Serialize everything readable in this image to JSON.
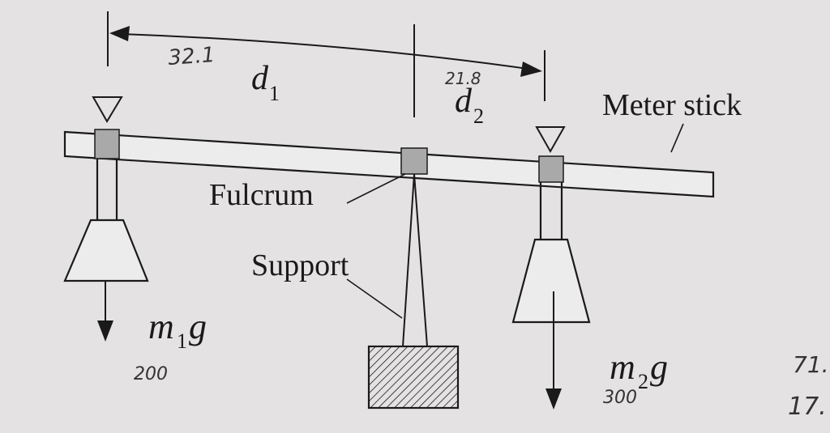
{
  "labels": {
    "meter_stick": "Meter stick",
    "fulcrum": "Fulcrum",
    "support": "Support",
    "d1_letter": "d",
    "d1_sub": "1",
    "d2_letter": "d",
    "d2_sub": "2",
    "m1g_m": "m",
    "m1g_sub": "1",
    "m1g_g": "g",
    "m2g_m": "m",
    "m2g_sub": "2",
    "m2g_g": "g"
  },
  "handwritten": {
    "d1_value": "32.1",
    "d2_value": "21.8",
    "m1_value": "200",
    "m2_value": "300",
    "margin_top": "71.",
    "margin_bottom": "17."
  },
  "colors": {
    "paper": "#e4e2e2",
    "ink": "#1a1a1a",
    "pencil": "#333333",
    "clamp_fill": "#a9a9a9"
  }
}
